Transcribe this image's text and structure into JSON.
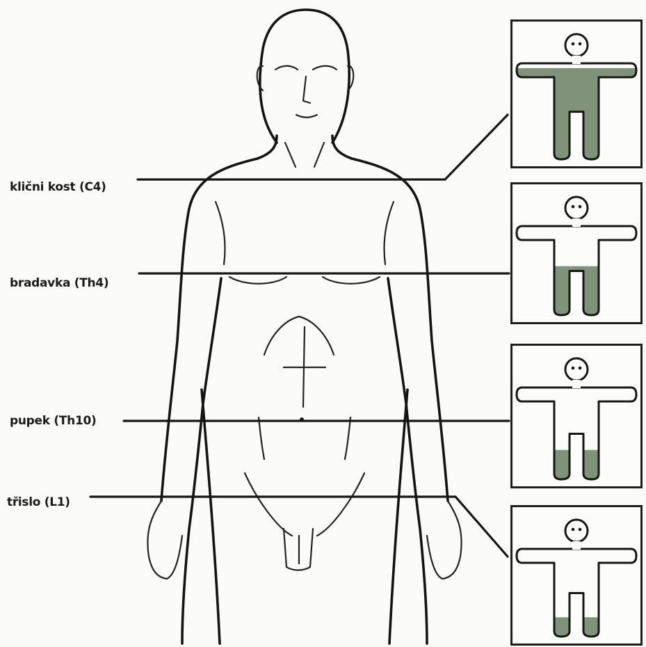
{
  "labels": {
    "clavicle": "klični kost (C4)",
    "nipple": "bradavka (Th4)",
    "navel": "pupek (Th10)",
    "groin": "třislo (L1)"
  },
  "colors": {
    "shade": "#7f927a",
    "outline": "#161616",
    "background": "#fbfbf9"
  },
  "panels": [
    {
      "level": "clavicle",
      "shaded_fraction": 0.95
    },
    {
      "level": "nipple",
      "shaded_fraction": 0.55
    },
    {
      "level": "navel",
      "shaded_fraction": 0.32
    },
    {
      "level": "groin",
      "shaded_fraction": 0.22
    }
  ]
}
